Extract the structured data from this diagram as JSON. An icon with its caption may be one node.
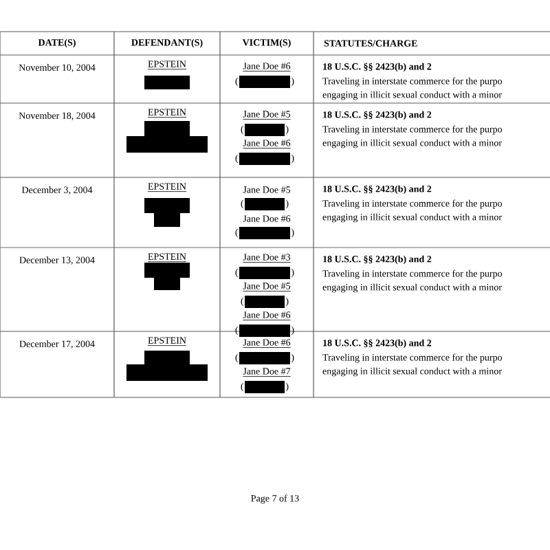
{
  "diagram": {
    "labels": [
      "DATE(S)",
      "DEFENDANT(S)",
      "VICTIM(S)",
      "STATUTES/CHARGE",
      "November 10, 2004",
      "EPSTEIN",
      "Jane Doe #6",
      "(",
      ")",
      "18 U.S.C. §§ 2423(b) and 2",
      "Traveling in interstate commerce for the purpo",
      "engaging in illicit sexual conduct with a minor",
      "November 18, 2004",
      "EPSTEIN",
      "Jane Doe #5",
      "(",
      ")",
      "Jane Doe #6",
      "(",
      ")",
      "18 U.S.C. §§ 2423(b) and 2",
      "Traveling in interstate commerce for the purpo",
      "engaging in illicit sexual conduct with a minor",
      "December 3, 2004",
      "EPSTEIN",
      "Jane Doe #5",
      "(",
      ")",
      "Jane Doe #6",
      "(",
      ")",
      "18 U.S.C. §§ 2423(b) and 2",
      "Traveling in interstate commerce for the purpo",
      "engaging in illicit sexual conduct with a minor",
      "December 13, 2004",
      "EPSTEIN",
      "Jane Doe #3",
      "(",
      ")",
      "Jane Doe #5",
      "(",
      ")",
      "Jane Doe #6",
      "(",
      ")",
      "18 U.S.C. §§ 2423(b) and 2",
      "Traveling in interstate commerce for the purpo",
      "engaging in illicit sexual conduct with a minor",
      "December 17, 2004",
      "EPSTEIN",
      "Jane Doe #6",
      "(",
      ")",
      "Jane Doe #7",
      "(",
      ")",
      "18 U.S.C. §§ 2423(b) and 2",
      "Traveling in interstate commerce for the purpo",
      "engaging in illicit sexual conduct with a minor",
      "Page 7 of 13"
    ]
  }
}
